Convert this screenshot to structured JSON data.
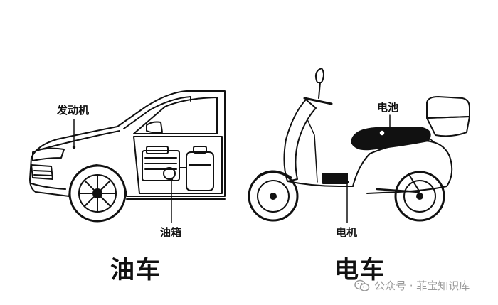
{
  "car": {
    "engine_label": "发动机",
    "fuel_tank_label": "油箱",
    "title": "油车"
  },
  "scooter": {
    "battery_label": "电池",
    "motor_label": "电机",
    "title": "电车"
  },
  "watermark": {
    "text": "公众号 · 菲宝知识库",
    "icon": "wechat-icon"
  },
  "colors": {
    "line": "#111111",
    "watermark": "#999999"
  }
}
